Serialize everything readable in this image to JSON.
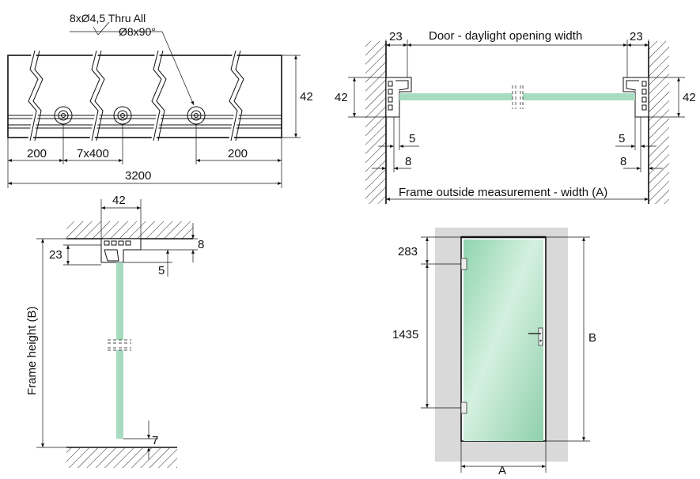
{
  "top_left": {
    "note_holes": "8xØ4,5 Thru All",
    "note_countersink": "Ø8x90°",
    "dim_height": "42",
    "dim_left_end": "200",
    "dim_pitch": "7x400",
    "dim_right_end": "200",
    "dim_total": "3200"
  },
  "top_right": {
    "dim_left_23": "23",
    "dim_right_23": "23",
    "label_daylight": "Door - daylight opening width",
    "dim_left_42": "42",
    "dim_right_42": "42",
    "dim_left_5": "5",
    "dim_right_5": "5",
    "dim_left_8": "8",
    "dim_right_8": "8",
    "label_frame_width": "Frame outside measurement - width (A)"
  },
  "bottom_left": {
    "dim_42": "42",
    "dim_8": "8",
    "dim_23": "23",
    "dim_5": "5",
    "dim_7": "7",
    "label_frame_height": "Frame height (B)"
  },
  "bottom_right": {
    "dim_283": "283",
    "dim_1435": "1435",
    "dim_B": "B",
    "dim_A": "A"
  },
  "colors": {
    "glass": "#a6dcbf",
    "wall": "#d9d9d9",
    "line": "#111111"
  }
}
